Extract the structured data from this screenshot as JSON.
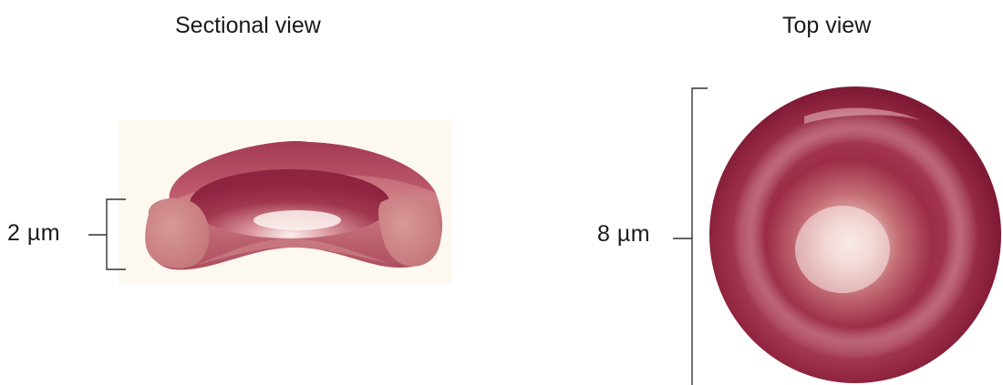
{
  "figure": {
    "sectional_view": {
      "title": "Sectional view",
      "dimension_label": "2 µm"
    },
    "top_view": {
      "title": "Top view",
      "dimension_label": "8 µm"
    }
  },
  "colors": {
    "cell_dark": "#8c1f3a",
    "cell_mid": "#b2485f",
    "cell_light": "#f4e6e4",
    "bracket": "#333333"
  }
}
